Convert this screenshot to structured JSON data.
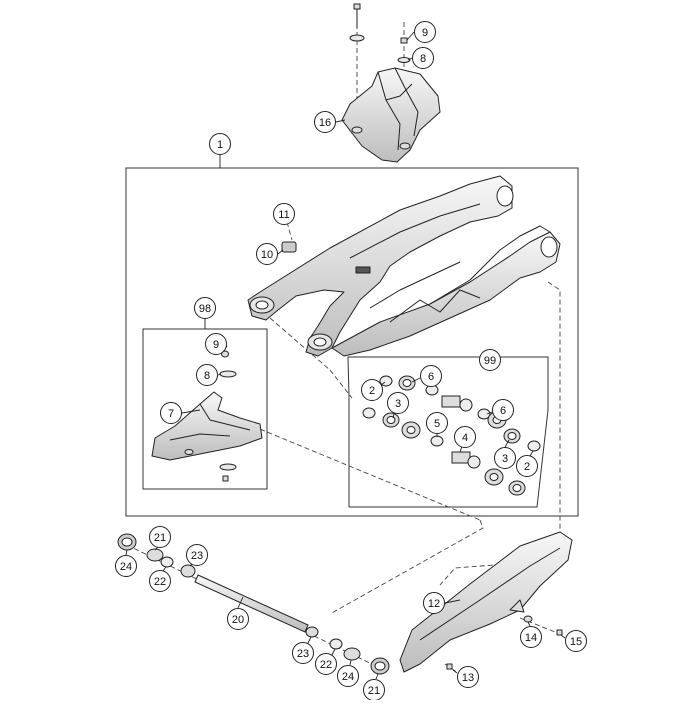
{
  "diagram": {
    "callouts": [
      {
        "id": "c16",
        "label": "16"
      },
      {
        "id": "c9a",
        "label": "9"
      },
      {
        "id": "c8a",
        "label": "8"
      },
      {
        "id": "c1",
        "label": "1"
      },
      {
        "id": "c11",
        "label": "11"
      },
      {
        "id": "c10",
        "label": "10"
      },
      {
        "id": "c98",
        "label": "98"
      },
      {
        "id": "c9b",
        "label": "9"
      },
      {
        "id": "c8b",
        "label": "8"
      },
      {
        "id": "c7",
        "label": "7"
      },
      {
        "id": "c99",
        "label": "99"
      },
      {
        "id": "c6a",
        "label": "6"
      },
      {
        "id": "c2a",
        "label": "2"
      },
      {
        "id": "c3a",
        "label": "3"
      },
      {
        "id": "c6b",
        "label": "6"
      },
      {
        "id": "c5",
        "label": "5"
      },
      {
        "id": "c4",
        "label": "4"
      },
      {
        "id": "c3b",
        "label": "3"
      },
      {
        "id": "c2b",
        "label": "2"
      },
      {
        "id": "c21a",
        "label": "21"
      },
      {
        "id": "c24a",
        "label": "24"
      },
      {
        "id": "c22a",
        "label": "22"
      },
      {
        "id": "c23a",
        "label": "23"
      },
      {
        "id": "c20",
        "label": "20"
      },
      {
        "id": "c12",
        "label": "12"
      },
      {
        "id": "c14",
        "label": "14"
      },
      {
        "id": "c15",
        "label": "15"
      },
      {
        "id": "c23b",
        "label": "23"
      },
      {
        "id": "c22b",
        "label": "22"
      },
      {
        "id": "c24b",
        "label": "24"
      },
      {
        "id": "c13",
        "label": "13"
      },
      {
        "id": "c21b",
        "label": "21"
      }
    ]
  }
}
